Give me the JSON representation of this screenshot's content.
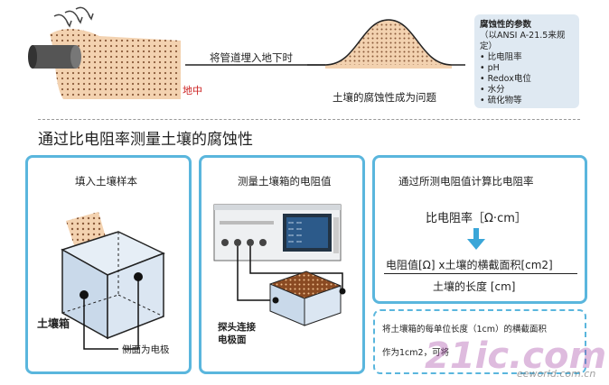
{
  "top": {
    "ground_label": "地中",
    "arrow_label": "将管道埋入地下时",
    "mound_caption": "土壤的腐蚀性成为问题",
    "params": {
      "title": "腐蚀性的参数",
      "subtitle": "（以ANSI A-21.5来规定）",
      "items": [
        "比电阻率",
        "pH",
        "Redox电位",
        "水分",
        "硫化物等"
      ]
    }
  },
  "section_title": "通过比电阻率测量土壤的腐蚀性",
  "panel1": {
    "title": "填入土壤样本",
    "box_label": "土壤箱",
    "electrode_label": "侧面为电极"
  },
  "panel2": {
    "title": "测量土壤箱的电阻值",
    "probe_label_line1": "探头连接",
    "probe_label_line2": "电极面"
  },
  "panel3": {
    "title": "通过所测电阻值计算比电阻率",
    "result": "比电阻率［Ω·cm］",
    "numerator": "电阻值[Ω] x土壤的横截面积[cm2]",
    "denominator": "土壤的长度 [cm]"
  },
  "note": {
    "line1": "将土壤箱的每单位长度（1cm）的横截面积",
    "line2": "作为1cm2，可将"
  },
  "watermark": {
    "main": "21ic.com",
    "sub": "eeworld.com.cn"
  },
  "colors": {
    "accent": "#5ab6dd",
    "soil": "#f3d2b0",
    "ground_red": "#cc2222"
  }
}
